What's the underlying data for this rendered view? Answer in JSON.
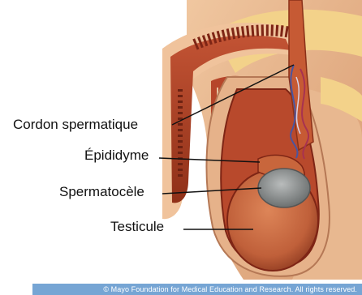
{
  "labels": {
    "cordon_spermatique": "Cordon spermatique",
    "epididyme": "Épididyme",
    "spermatocele": "Spermatocèle",
    "testicule": "Testicule"
  },
  "copyright": "© Mayo Foundation for Medical Education and Research.  All rights reserved.",
  "colors": {
    "skin": "#e9b88f",
    "skin_shadow": "#c98b62",
    "tissue_red": "#b6452a",
    "tissue_dark": "#7e2515",
    "testis": "#c8663c",
    "cyst": "#8e9090",
    "fat": "#f3d28a",
    "leader_line": "#111111"
  }
}
